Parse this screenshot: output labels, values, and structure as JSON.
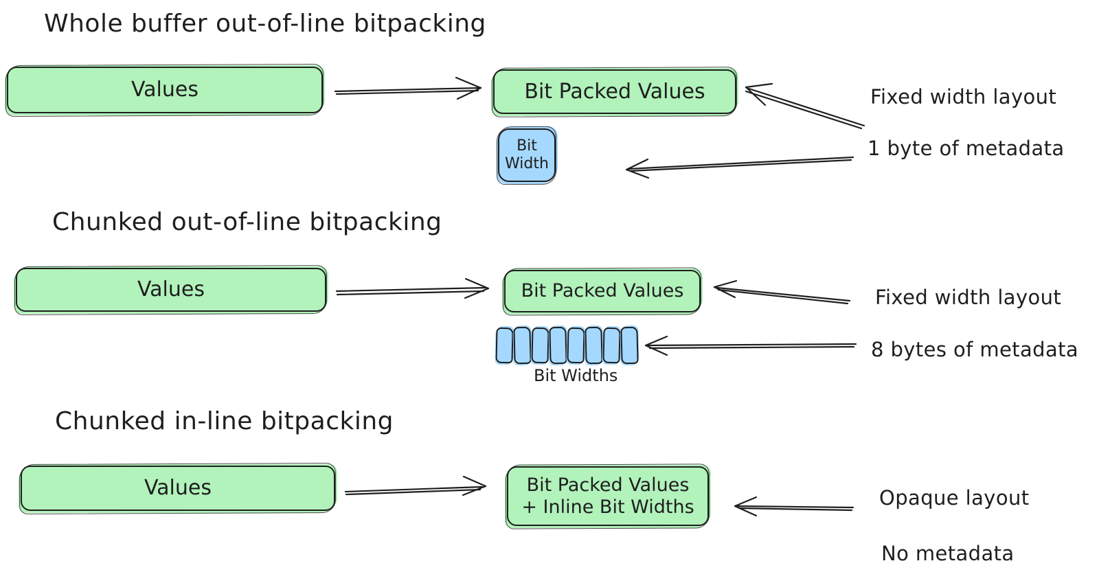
{
  "palette": {
    "ink": "#1e1e1e",
    "green": "#b2f2bb",
    "blue": "#a5d8ff",
    "bg": "#ffffff"
  },
  "sections": [
    {
      "title": "Whole buffer out-of-line bitpacking",
      "values_label": "Values",
      "packed_label": "Bit Packed Values",
      "bit_width_line1": "Bit",
      "bit_width_line2": "Width",
      "annotation_layout": "Fixed width layout",
      "annotation_metadata": "1 byte of metadata"
    },
    {
      "title": "Chunked out-of-line bitpacking",
      "values_label": "Values",
      "packed_label": "Bit Packed Values",
      "bit_width_cells": 8,
      "bit_widths_label": "Bit Widths",
      "annotation_layout": "Fixed width layout",
      "annotation_metadata": "8 bytes of metadata"
    },
    {
      "title": "Chunked in-line bitpacking",
      "values_label": "Values",
      "packed_label_line1": "Bit Packed Values",
      "packed_label_line2": "+ Inline Bit Widths",
      "annotation_layout": "Opaque layout",
      "annotation_metadata": "No metadata"
    }
  ]
}
